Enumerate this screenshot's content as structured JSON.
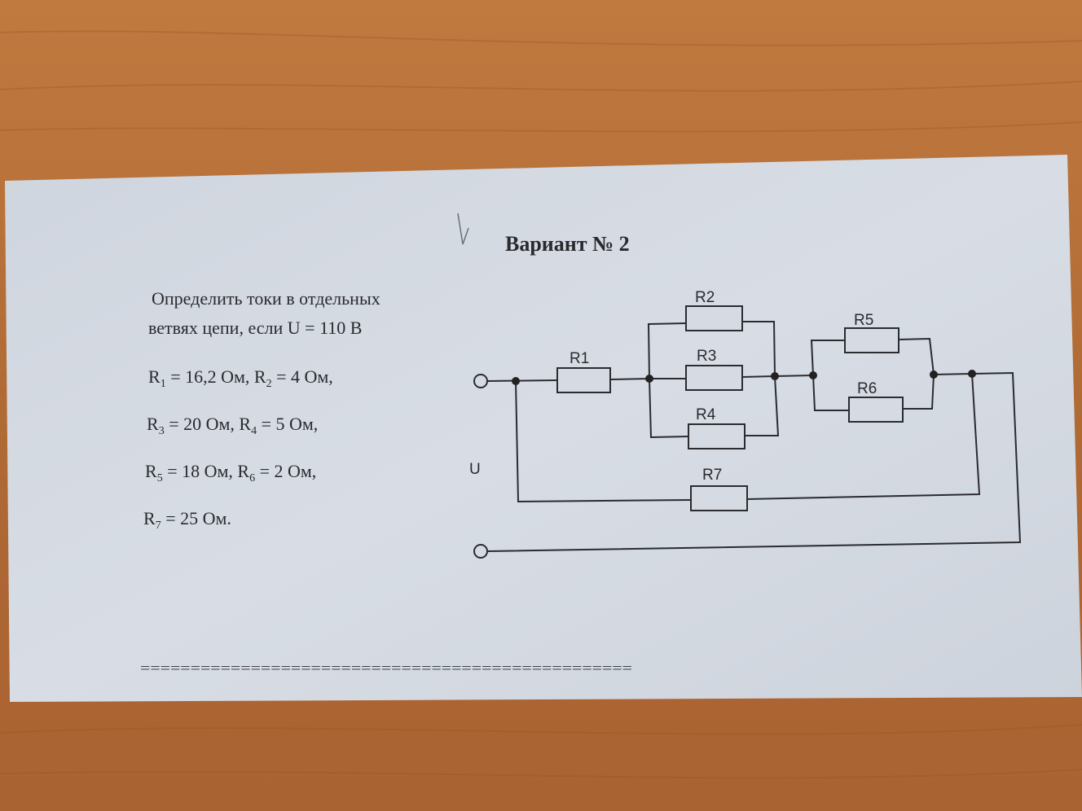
{
  "title": "Вариант № 2",
  "task": {
    "line1": "Определить токи в отдельных",
    "line2": "ветвях цепи, если  U = 110 В"
  },
  "values": [
    [
      {
        "sym": "R",
        "sub": "1",
        "val": " = 16,2 Ом, "
      },
      {
        "sym": "R",
        "sub": "2",
        "val": " = 4 Ом,"
      }
    ],
    [
      {
        "sym": "R",
        "sub": "3",
        "val": " = 20 Ом, "
      },
      {
        "sym": "R",
        "sub": "4",
        "val": " = 5 Ом,"
      }
    ],
    [
      {
        "sym": "R",
        "sub": "5",
        "val": " = 18 Ом, "
      },
      {
        "sym": "R",
        "sub": "6",
        "val": " = 2 Ом,"
      }
    ],
    [
      {
        "sym": "R",
        "sub": "7",
        "val": " = 25 Ом."
      }
    ]
  ],
  "circuit": {
    "voltage_label": "U",
    "resistors": [
      "R1",
      "R2",
      "R3",
      "R4",
      "R5",
      "R6",
      "R7"
    ]
  },
  "separator": "=================================================",
  "colors": {
    "paper": "#d3d8e0",
    "wood": "#b8733c",
    "ink": "#2a2a2e"
  }
}
